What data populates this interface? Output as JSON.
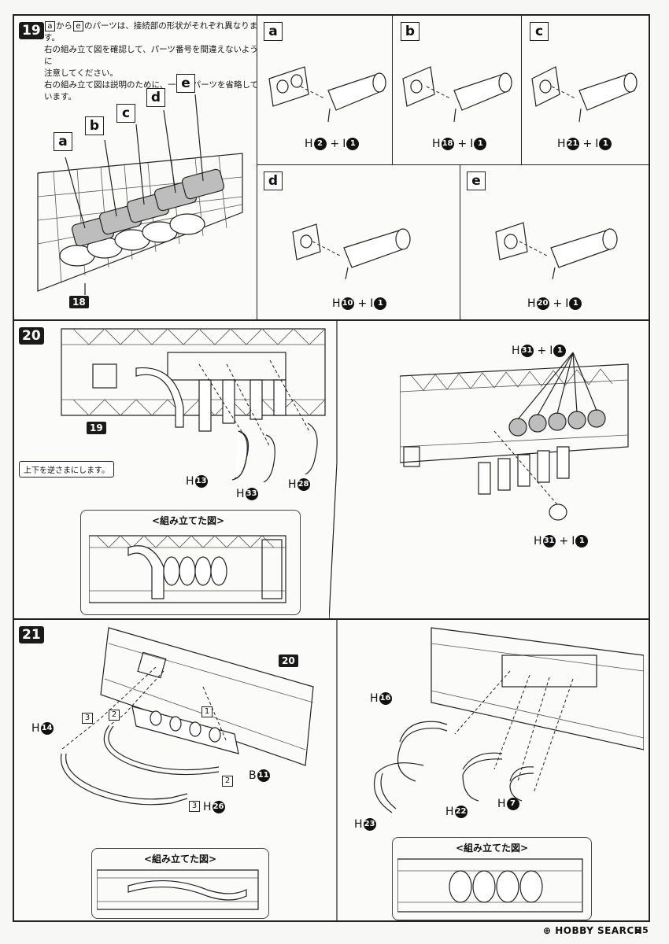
{
  "step19": {
    "number": "19",
    "note": {
      "line1_a": "a",
      "line1_mid": "から",
      "line1_e": "e",
      "line1_rest": "のパーツは、接続部の形状がそれぞれ異なります。",
      "line2": "右の組み立て図を確認して、パーツ番号を間違えないように",
      "line3": "注意してください。",
      "line4": "右の組み立て図は説明のために、一部のパーツを省略して",
      "line5": "います。"
    },
    "part_letters": [
      "a",
      "b",
      "c",
      "d",
      "e"
    ],
    "tag": "18",
    "subpanels": [
      {
        "letter": "a",
        "h": "H",
        "h_num": "2",
        "plus": "+",
        "i": "I",
        "i_num": "1"
      },
      {
        "letter": "b",
        "h": "H",
        "h_num": "18",
        "plus": "+",
        "i": "I",
        "i_num": "1"
      },
      {
        "letter": "c",
        "h": "H",
        "h_num": "21",
        "plus": "+",
        "i": "I",
        "i_num": "1"
      },
      {
        "letter": "d",
        "h": "H",
        "h_num": "10",
        "plus": "+",
        "i": "I",
        "i_num": "1"
      },
      {
        "letter": "e",
        "h": "H",
        "h_num": "20",
        "plus": "+",
        "i": "I",
        "i_num": "1"
      }
    ]
  },
  "step20": {
    "number": "20",
    "tag": "19",
    "callout": "上下を逆さまにします。",
    "parts": [
      {
        "h": "H",
        "num": "13"
      },
      {
        "h": "H",
        "num": "33"
      },
      {
        "h": "H",
        "num": "28"
      }
    ],
    "right_top": {
      "h": "H",
      "h_num": "31",
      "plus": "+",
      "i": "I",
      "i_num": "1"
    },
    "right_bottom": {
      "h": "H",
      "h_num": "31",
      "plus": "+",
      "i": "I",
      "i_num": "1"
    },
    "assembled_title": "<組み立てた図>"
  },
  "step21": {
    "number": "21",
    "tag": "20",
    "left_parts": [
      {
        "h": "H",
        "num": "14"
      },
      {
        "h": "H",
        "num": "26"
      },
      {
        "h": "B",
        "num": "11"
      }
    ],
    "order_numbers": [
      "1",
      "2",
      "3",
      "2",
      "3"
    ],
    "right_parts": [
      {
        "h": "H",
        "num": "16"
      },
      {
        "h": "H",
        "num": "22"
      },
      {
        "h": "H",
        "num": "7"
      },
      {
        "h": "H",
        "num": "23"
      }
    ],
    "assembled_title": "<組み立てた図>"
  },
  "footer": {
    "logo": "HOBBY SEARCH",
    "page": "25"
  }
}
